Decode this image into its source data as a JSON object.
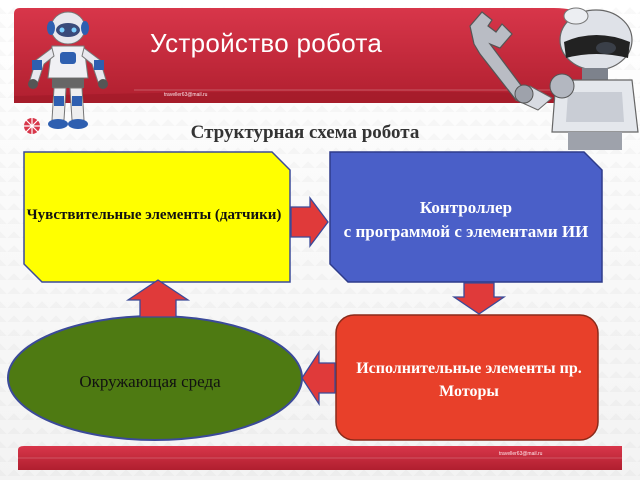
{
  "header": {
    "title": "Устройство робота",
    "email": "traveller63@mail.ru"
  },
  "footer": {
    "email": "traveller63@mail.ru"
  },
  "diagram": {
    "subtitle": "Структурная схема робота",
    "sensors_label": "Чувствительные элементы (датчики)",
    "controller_label": "Контроллер\nс программой с элементами ИИ",
    "actuators_label": "Исполнительные элементы  пр. Моторы",
    "environment_label": "Окружающая среда"
  },
  "colors": {
    "banner_red": "#c8283a",
    "sensors_fill": "#ffff00",
    "controller_fill": "#4a5fc8",
    "actuators_fill": "#e8402a",
    "environment_fill": "#4e7a12",
    "arrow_fill": "#e03a3a"
  },
  "icons": [
    "robot-left-icon",
    "robot-right-icon"
  ]
}
